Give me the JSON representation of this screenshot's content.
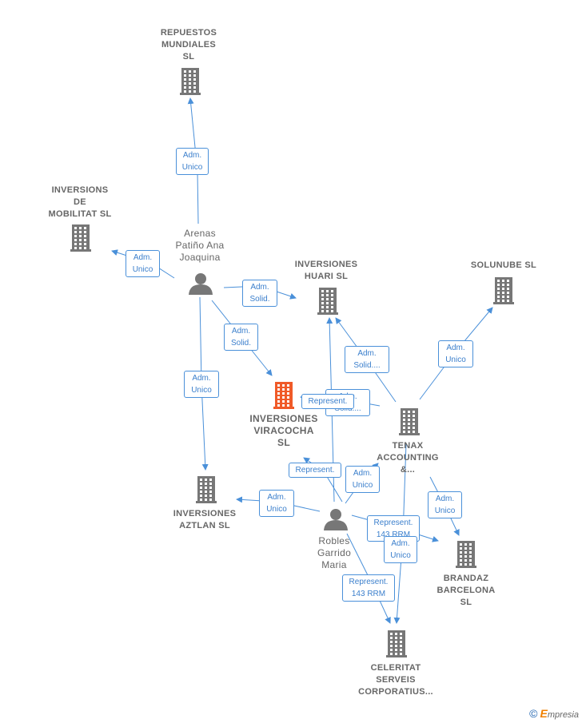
{
  "colors": {
    "edge": "#4a90d9",
    "building": "#777777",
    "highlight": "#f05a28",
    "person": "#777777"
  },
  "nodes": {
    "repuestos": {
      "label": "REPUESTOS\nMUNDIALES\nSL",
      "icon": "building-icon"
    },
    "mobilitat": {
      "label": "INVERSIONS\nDE\nMOBILITAT SL",
      "icon": "building-icon"
    },
    "arenas": {
      "label": "Arenas\nPatiño Ana\nJoaquina",
      "icon": "person-icon"
    },
    "huari": {
      "label": "INVERSIONES\nHUARI SL",
      "icon": "building-icon"
    },
    "solunube": {
      "label": "SOLUNUBE SL",
      "icon": "building-icon"
    },
    "viracocha": {
      "label": "INVERSIONES\nVIRACOCHA\nSL",
      "icon": "building-icon"
    },
    "tenax": {
      "label": "TENAX\nACCOUNTING\n&...",
      "icon": "building-icon"
    },
    "aztlan": {
      "label": "INVERSIONES\nAZTLAN SL",
      "icon": "building-icon"
    },
    "robles": {
      "label": "Robles\nGarrido\nMaria",
      "icon": "person-icon"
    },
    "brandaz": {
      "label": "BRANDAZ\nBARCELONA\nSL",
      "icon": "building-icon"
    },
    "celeritat": {
      "label": "CELERITAT\nSERVEIS\nCORPORATIUS...",
      "icon": "building-icon"
    }
  },
  "edges": [
    {
      "from": "arenas",
      "to": "repuestos",
      "label": "Adm.\nUnico"
    },
    {
      "from": "arenas",
      "to": "mobilitat",
      "label": "Adm.\nUnico"
    },
    {
      "from": "arenas",
      "to": "huari",
      "label": "Adm.\nSolid."
    },
    {
      "from": "arenas",
      "to": "viracocha",
      "label": "Adm.\nSolid."
    },
    {
      "from": "arenas",
      "to": "aztlan",
      "label": "Adm.\nUnico"
    },
    {
      "from": "tenax",
      "to": "huari",
      "label": "Adm.\nSolid...."
    },
    {
      "from": "tenax",
      "to": "solunube",
      "label": "Adm.\nUnico"
    },
    {
      "from": "tenax",
      "to": "viracocha",
      "label": "Adm.\nSolid...."
    },
    {
      "from": "robles",
      "to": "viracocha",
      "label": "Represent."
    },
    {
      "from": "robles",
      "to": "huari",
      "label": "Represent."
    },
    {
      "from": "robles",
      "to": "tenax",
      "label": "Adm.\nUnico"
    },
    {
      "from": "robles",
      "to": "aztlan",
      "label": "Adm.\nUnico"
    },
    {
      "from": "tenax",
      "to": "brandaz",
      "label": "Adm.\nUnico"
    },
    {
      "from": "robles",
      "to": "brandaz",
      "label": "Represent.\n143 RRM"
    },
    {
      "from": "tenax",
      "to": "celeritat",
      "label": "Adm.\nUnico"
    },
    {
      "from": "robles",
      "to": "celeritat",
      "label": "Represent.\n143 RRM"
    }
  ],
  "brand": {
    "copyright": "©",
    "first": "E",
    "rest": "mpresia"
  }
}
